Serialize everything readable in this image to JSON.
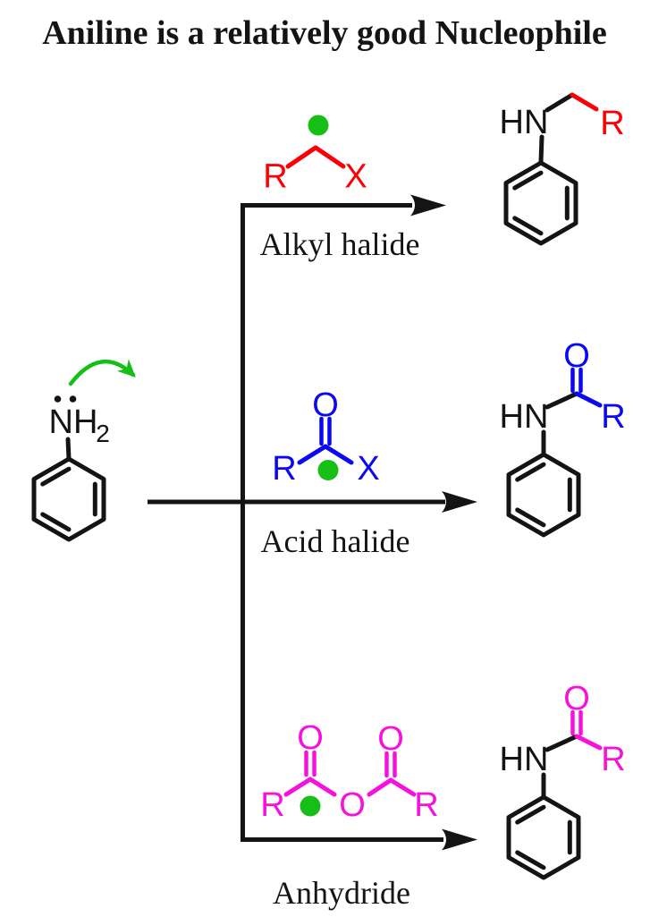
{
  "title": "Aniline is a relatively good Nucleophile",
  "colors": {
    "black": "#141414",
    "red": "#fb0007",
    "blue": "#0a07f5",
    "magenta": "#f513dc",
    "green": "#16bf16",
    "bg": "#ffffff"
  },
  "aniline": {
    "amine": "NH",
    "amine_subscript": "2"
  },
  "pathways": [
    {
      "label": "Alkyl halide",
      "reagent": {
        "r": "R",
        "x": "X"
      },
      "product": {
        "hn": "HN",
        "r": "R"
      }
    },
    {
      "label": "Acid halide",
      "reagent": {
        "o": "O",
        "r": "R",
        "x": "X"
      },
      "product": {
        "hn": "HN",
        "o": "O",
        "r": "R"
      }
    },
    {
      "label": "Anhydride",
      "reagent": {
        "o_left": "O",
        "o_center": "O",
        "o_right": "O",
        "r_left": "R",
        "r_right": "R"
      },
      "product": {
        "hn": "HN",
        "o": "O",
        "r": "R"
      }
    }
  ]
}
